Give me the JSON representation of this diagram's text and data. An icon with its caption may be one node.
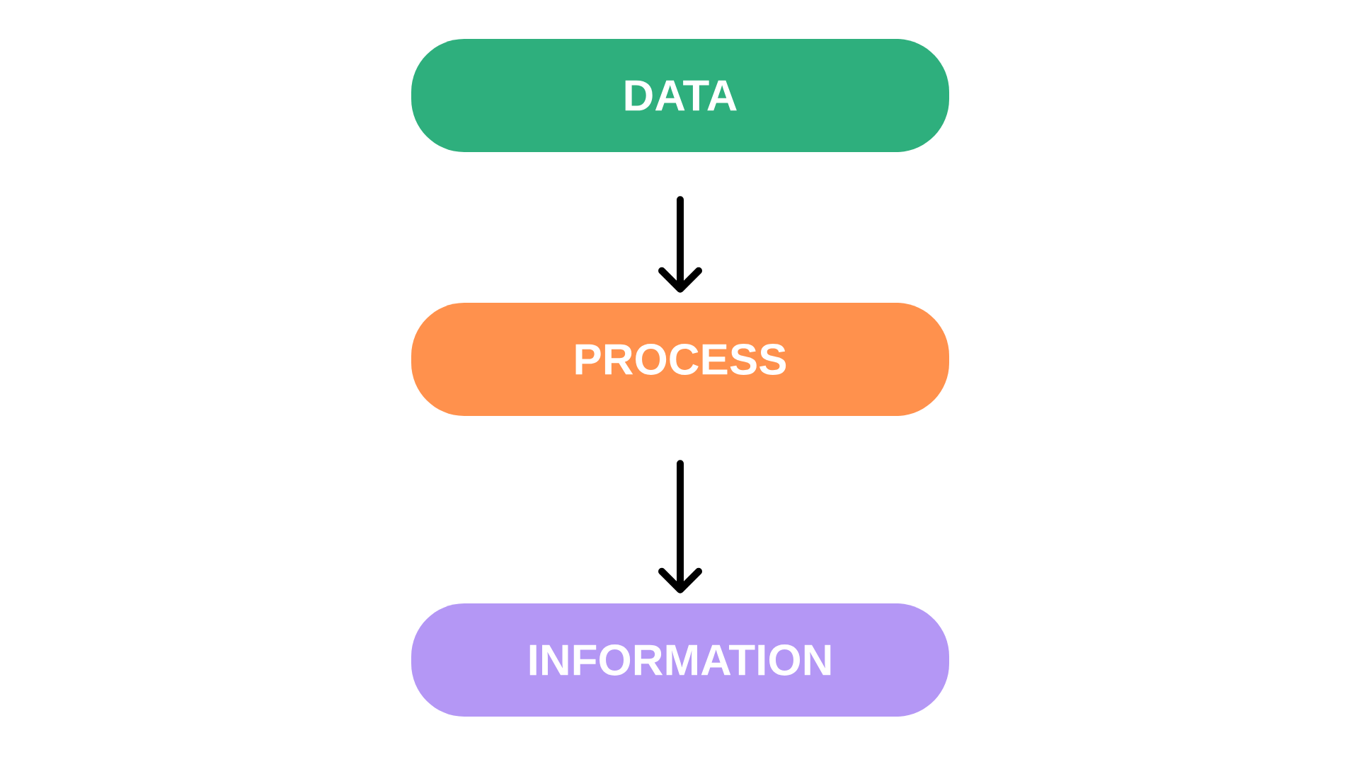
{
  "diagram": {
    "nodes": [
      {
        "text": [
          "DATA"
        ]
      },
      {
        "text": [
          "PROCESS"
        ]
      },
      {
        "text": [
          "INFORMATION"
        ]
      }
    ],
    "edges": [
      {
        "from": 0,
        "to": 1,
        "arrow": "to"
      },
      {
        "from": 1,
        "to": 2,
        "arrow": "to"
      }
    ]
  }
}
